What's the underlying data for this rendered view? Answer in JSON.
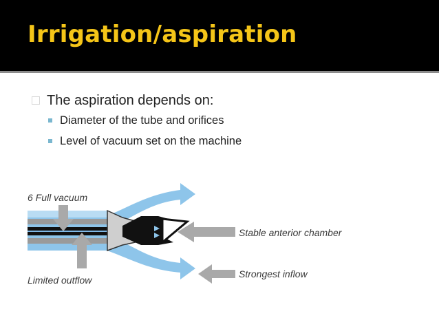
{
  "slide": {
    "title": "Irrigation/aspiration",
    "bullet": "The aspiration depends on:",
    "subbullets": [
      "Diameter of the tube and orifices",
      "Level of vacuum set on the machine"
    ]
  },
  "diagram": {
    "labels": {
      "full_vacuum": "6 Full vacuum",
      "limited_outflow": "Limited outflow",
      "stable_chamber": "Stable anterior chamber",
      "strongest_inflow": "Strongest inflow"
    }
  },
  "colors": {
    "title": "#f5c518",
    "flow_blue": "#8ec5ea",
    "arrow_gray": "#a9a9a9"
  }
}
